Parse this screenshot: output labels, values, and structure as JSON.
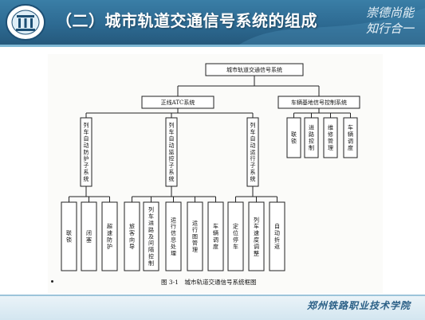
{
  "header": {
    "title": "（二）城市轨道交通信号系统的组成",
    "motto_line1": "崇德尚能",
    "motto_line2": "知行合一"
  },
  "diagram": {
    "root": "城市轨道交通信号系统",
    "atc": "正线ATC系统",
    "depot": "车辆基地信号控制系统",
    "atp": "列车自动防护子系统",
    "ats": "列车自动监控子系统",
    "ato": "列车自动运行子系统",
    "depot_children": [
      "联锁",
      "进路控制",
      "维修管理",
      "车辆调度"
    ],
    "atp_children": [
      "联锁",
      "闭塞",
      "超速防护"
    ],
    "ats_children": [
      "旅客向导",
      "列车进路及间隔控制",
      "运行信息处理",
      "运行图管理",
      "车辆调度"
    ],
    "ato_children": [
      "定位停车",
      "列车速度调整",
      "自动折返"
    ]
  },
  "caption": "图 3-1　城市轨道交通信号系统框图",
  "footer": {
    "school": "郑州铁路职业技术学院"
  }
}
